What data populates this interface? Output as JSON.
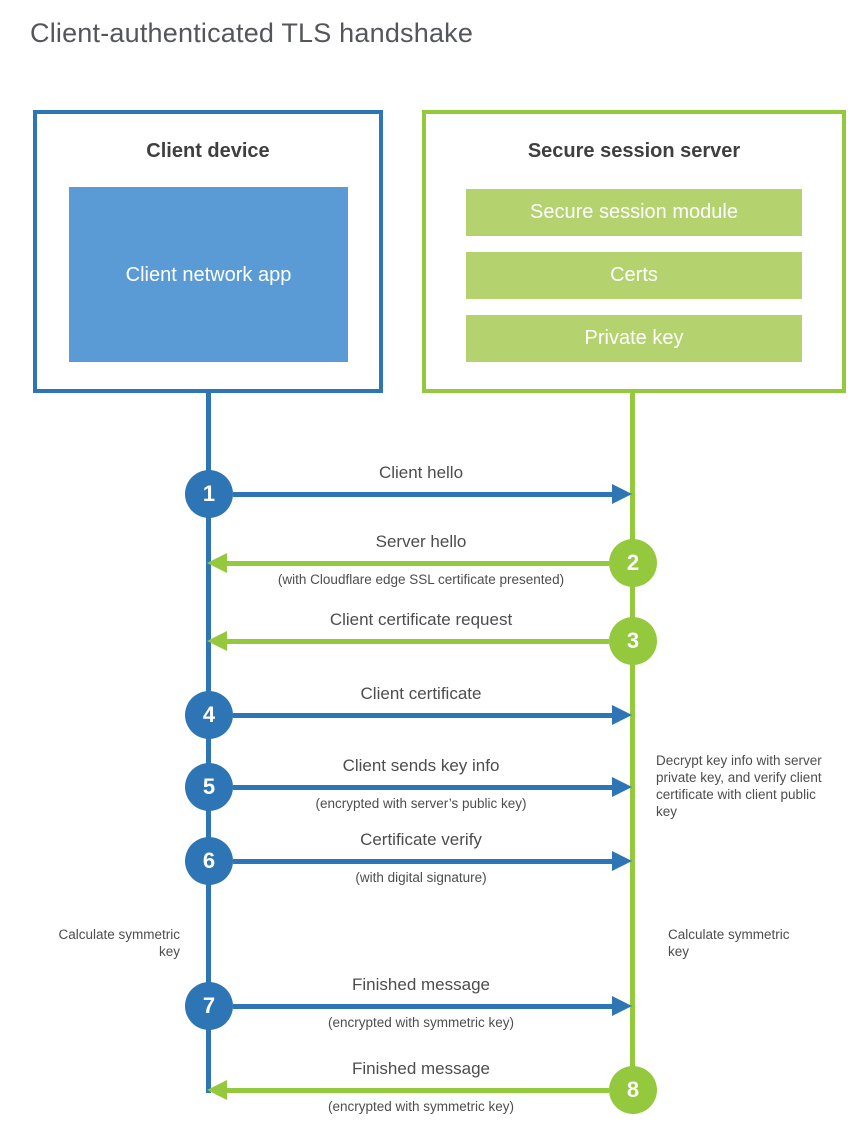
{
  "title": "Client-authenticated TLS handshake",
  "colors": {
    "blue": "#2e75b6",
    "blue_light": "#5b9bd5",
    "green": "#94c83d",
    "green_light": "#b4d36e",
    "heading_text": "#3f3f3f",
    "label_text": "#4d4d4d",
    "title_text": "#54565a",
    "white": "#ffffff"
  },
  "client_box": {
    "title": "Client device",
    "app_label": "Client network app"
  },
  "server_box": {
    "title": "Secure session server",
    "modules": [
      "Secure session module",
      "Certs",
      "Private key"
    ]
  },
  "steps": [
    {
      "number": "1",
      "actor": "client",
      "direction": "right",
      "label": "Client hello",
      "sublabel": ""
    },
    {
      "number": "2",
      "actor": "server",
      "direction": "left",
      "label": "Server hello",
      "sublabel": "(with Cloudflare edge SSL certificate presented)"
    },
    {
      "number": "3",
      "actor": "server",
      "direction": "left",
      "label": "Client certificate request",
      "sublabel": ""
    },
    {
      "number": "4",
      "actor": "client",
      "direction": "right",
      "label": "Client certificate",
      "sublabel": ""
    },
    {
      "number": "5",
      "actor": "client",
      "direction": "right",
      "label": "Client sends key info",
      "sublabel": "(encrypted with server’s public key)"
    },
    {
      "number": "6",
      "actor": "client",
      "direction": "right",
      "label": "Certificate verify",
      "sublabel": "(with digital signature)"
    },
    {
      "number": "7",
      "actor": "client",
      "direction": "right",
      "label": "Finished message",
      "sublabel": "(encrypted with symmetric key)"
    },
    {
      "number": "8",
      "actor": "server",
      "direction": "left",
      "label": "Finished message",
      "sublabel": "(encrypted with symmetric key)"
    }
  ],
  "notes": {
    "decrypt": "Decrypt key info with server private key, and verify client certificate with client public key",
    "calculate_left": "Calculate symmetric key",
    "calculate_right": "Calculate symmetric key"
  }
}
